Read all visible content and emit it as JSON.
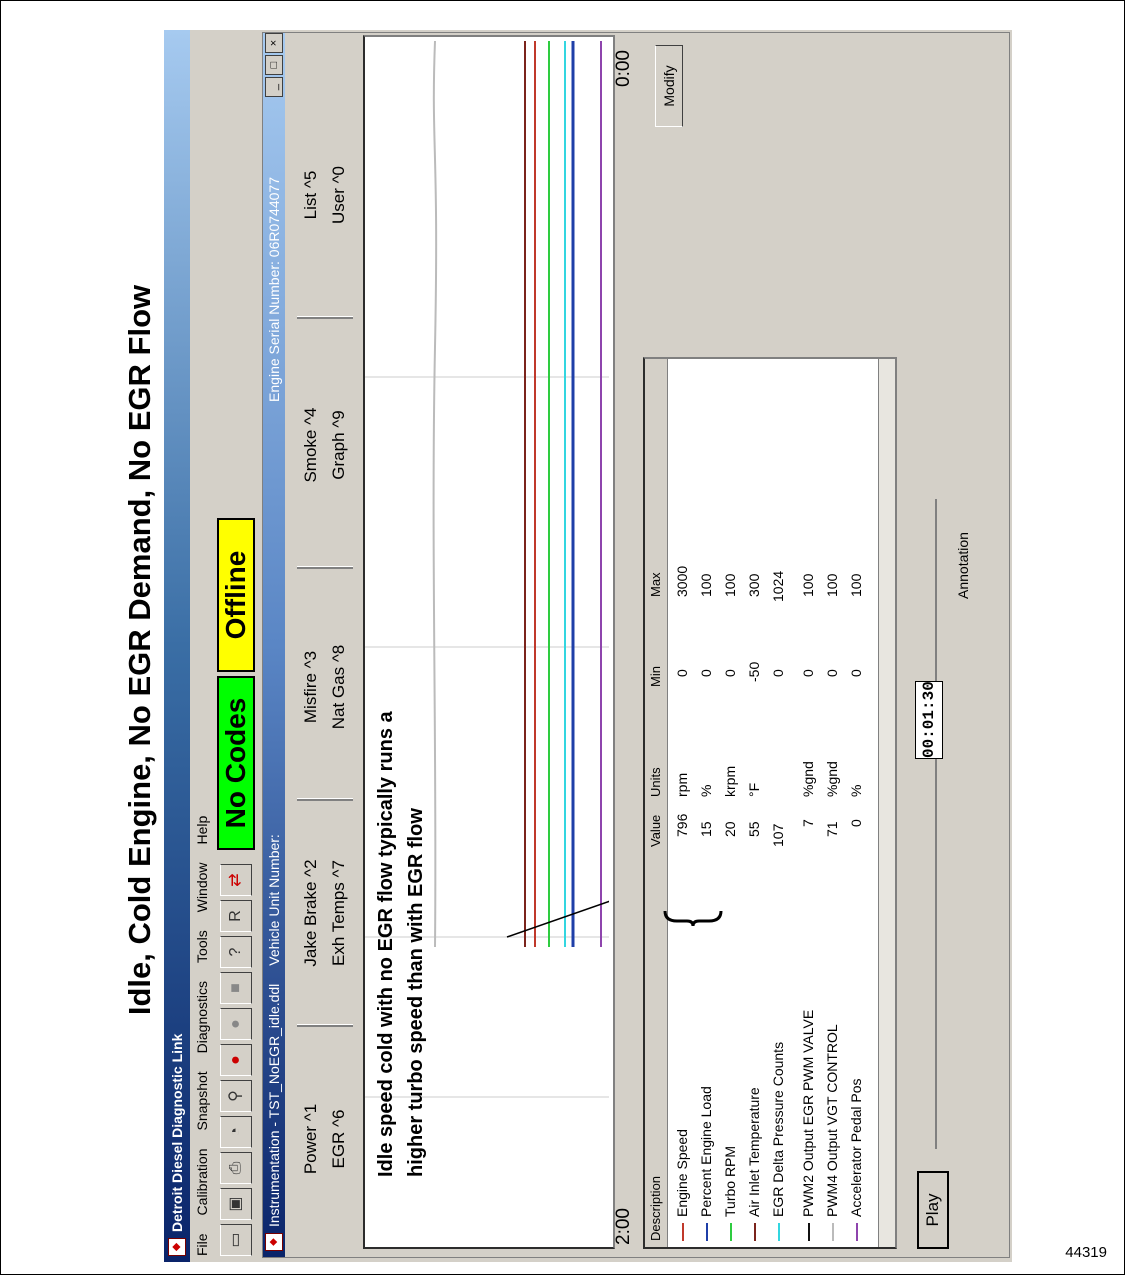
{
  "figure": {
    "id": "44319",
    "title": "Idle, Cold Engine, No EGR Demand, No EGR Flow"
  },
  "app": {
    "title": "Detroit Diesel Diagnostic Link",
    "menu": [
      "File",
      "Calibration",
      "Snapshot",
      "Diagnostics",
      "Tools",
      "Window",
      "Help"
    ],
    "toolbar_icons": [
      "open-icon",
      "save-icon",
      "print-icon",
      "gauge-icon",
      "wrench-icon",
      "record-icon",
      "circle-icon",
      "stop-icon",
      "help-icon",
      "r-icon",
      "connect-icon"
    ],
    "toolbar_glyphs": [
      "▭",
      "▣",
      "⎙",
      "◔",
      "⚲",
      "●",
      "●",
      "■",
      "?",
      "R",
      "⇄"
    ],
    "status": {
      "codes": "No Codes",
      "connection": "Offline"
    }
  },
  "instrumentation": {
    "title": "Instrumentation - TST_NoEGR_idle.ddl",
    "vehicle_unit": "Vehicle Unit Number:",
    "engine_serial": "Engine Serial Number: 06R0744077",
    "window_buttons": [
      "_",
      "□",
      "×"
    ]
  },
  "tabs": [
    {
      "top": "Power ^1",
      "bottom": "EGR ^6"
    },
    {
      "top": "Jake Brake ^2",
      "bottom": "Exh Temps ^7"
    },
    {
      "top": "Misfire ^3",
      "bottom": "Nat Gas ^8"
    },
    {
      "top": "Smoke ^4",
      "bottom": "Graph ^9"
    },
    {
      "top": "List ^5",
      "bottom": "User ^0"
    }
  ],
  "plot": {
    "note_line1": "Idle speed cold with no EGR flow typically runs a",
    "note_line2": "higher turbo speed than with EGR flow",
    "time_start": "2:00",
    "time_end": "0:00"
  },
  "table": {
    "headers": {
      "description": "Description",
      "value": "Value",
      "units": "Units",
      "min": "Min",
      "max": "Max"
    },
    "rows": [
      {
        "description": "Engine Speed",
        "value": "796",
        "units": "rpm",
        "min": "0",
        "max": "3000",
        "color": "#c0392b"
      },
      {
        "description": "Percent Engine Load",
        "value": "15",
        "units": "%",
        "min": "0",
        "max": "100",
        "color": "#1f3fa8"
      },
      {
        "description": "Turbo RPM",
        "value": "20",
        "units": "krpm",
        "min": "0",
        "max": "100",
        "color": "#2ecc40"
      },
      {
        "description": "Air Inlet Temperature",
        "value": "55",
        "units": "°F",
        "min": "-50",
        "max": "300",
        "color": "#7b241c"
      },
      {
        "description": "EGR Delta Pressure Counts",
        "value": "107",
        "units": "",
        "min": "0",
        "max": "1024",
        "color": "#33d6e0"
      },
      {
        "description": "PWM2 Output EGR PWM VALVE",
        "value": "7",
        "units": "%gnd",
        "min": "0",
        "max": "100",
        "color": "#111111"
      },
      {
        "description": "PWM4 Output VGT CONTROL",
        "value": "71",
        "units": "%gnd",
        "min": "0",
        "max": "100",
        "color": "#bbbbbb"
      },
      {
        "description": "Accelerator Pedal Pos",
        "value": "0",
        "units": "%",
        "min": "0",
        "max": "100",
        "color": "#8e44ad"
      }
    ]
  },
  "controls": {
    "modify": "Modify",
    "play": "Play",
    "time": "00:01:30",
    "annotation": "Annotation"
  }
}
